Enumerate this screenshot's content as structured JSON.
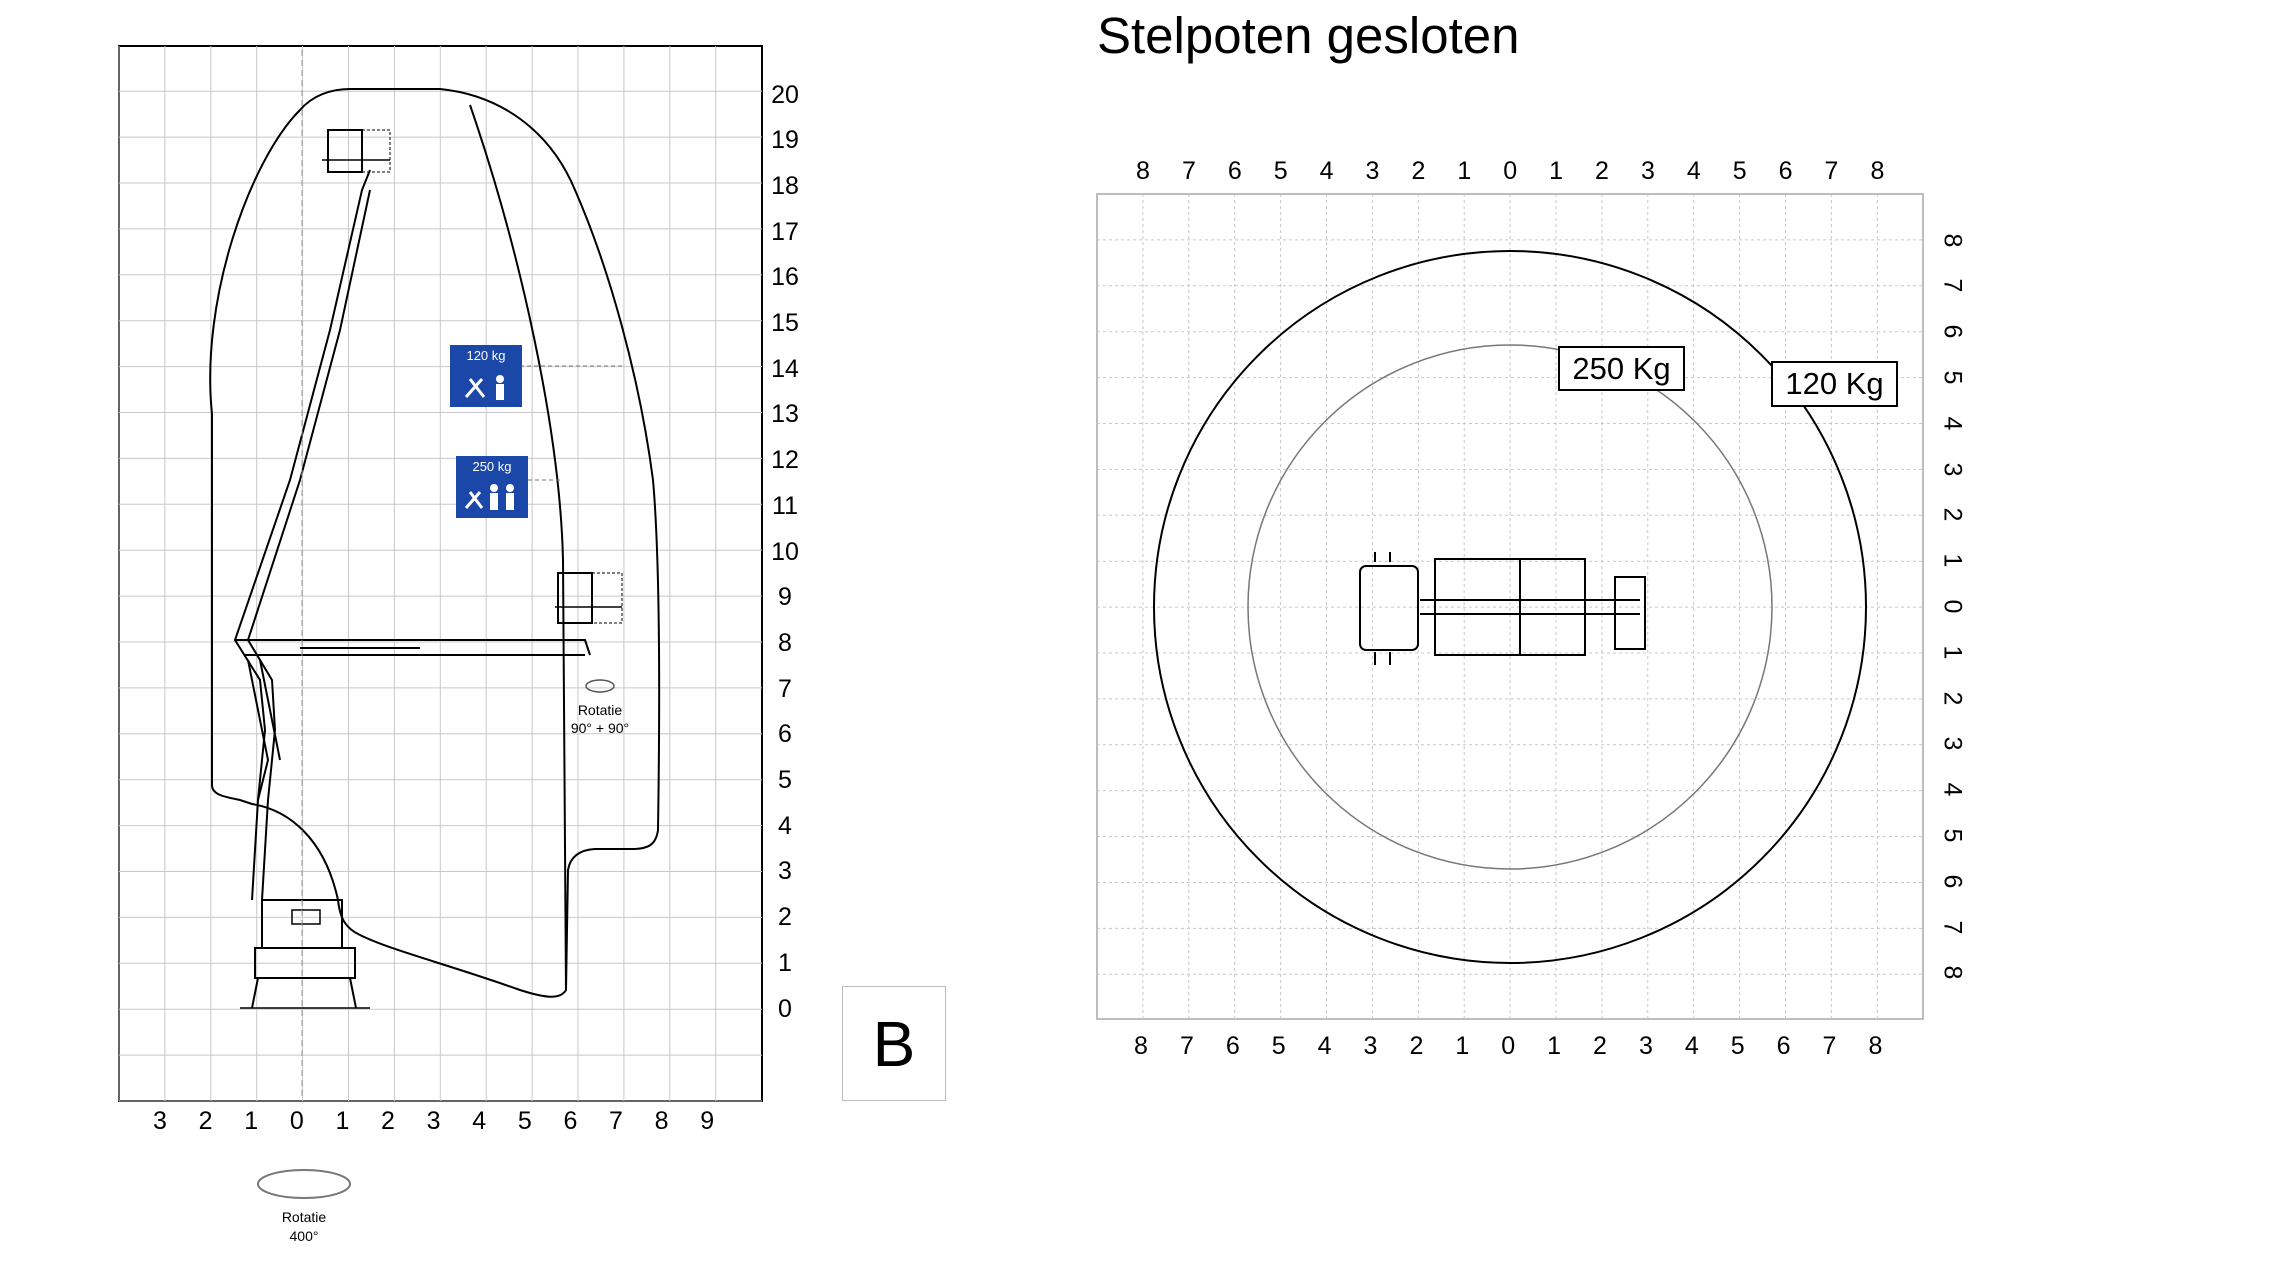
{
  "side_view": {
    "height_axis": [
      "0",
      "1",
      "2",
      "3",
      "4",
      "5",
      "6",
      "7",
      "8",
      "9",
      "10",
      "11",
      "12",
      "13",
      "14",
      "15",
      "16",
      "17",
      "18",
      "19",
      "20"
    ],
    "reach_axis": [
      "3",
      "2",
      "1",
      "0",
      "1",
      "2",
      "3",
      "4",
      "5",
      "6",
      "7",
      "8",
      "9"
    ],
    "load_120": "120 kg",
    "load_250": "250 kg",
    "rotation_basket_label": "Rotatie",
    "rotation_basket_value": "90° + 90°",
    "rotation_turret_label": "Rotatie",
    "rotation_turret_value": "400°"
  },
  "config_letter": "B",
  "top_view": {
    "title": "Stelpoten gesloten",
    "x_axis": [
      "8",
      "7",
      "6",
      "5",
      "4",
      "3",
      "2",
      "1",
      "0",
      "1",
      "2",
      "3",
      "4",
      "5",
      "6",
      "7",
      "8"
    ],
    "y_axis": [
      "8",
      "7",
      "6",
      "5",
      "4",
      "3",
      "2",
      "1",
      "0",
      "1",
      "2",
      "3",
      "4",
      "5",
      "6",
      "7",
      "8"
    ],
    "label_250": "250 Kg",
    "label_120": "120 Kg"
  },
  "colors": {
    "sign_blue": "#1a47a8",
    "grid": "#c8c8c8",
    "line": "#000000"
  },
  "icons": [
    "rotation-arrow-icon",
    "tools-icon",
    "worker-icon"
  ]
}
